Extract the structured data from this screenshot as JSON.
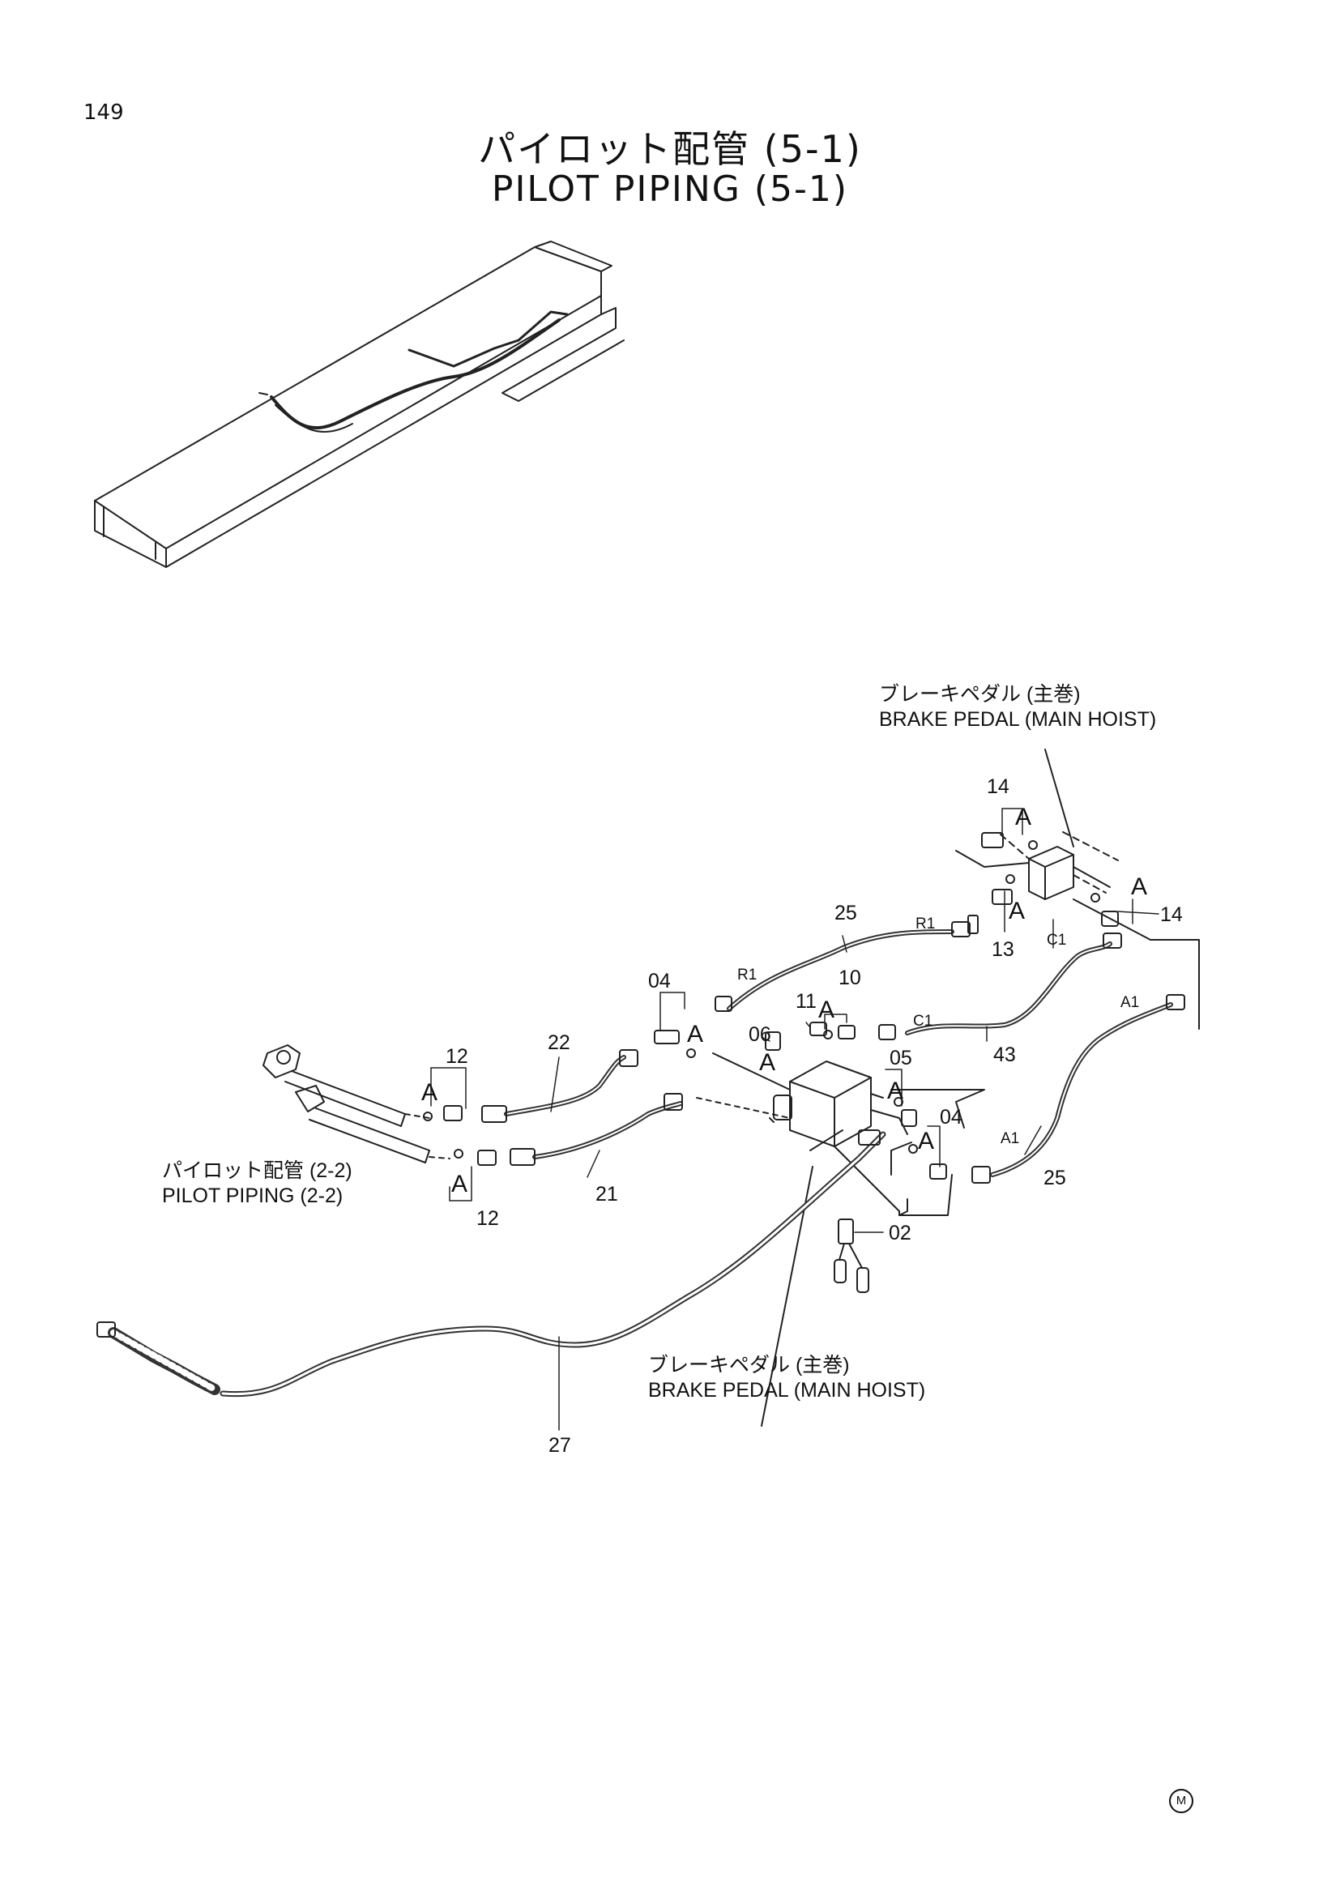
{
  "page": {
    "number": "149",
    "title_jp": "パイロット配管 (5-1)",
    "title_en": "PILOT PIPING (5-1)"
  },
  "callouts": {
    "brake_pedal_top_jp": "ブレーキペダル (主巻)",
    "brake_pedal_top_en": "BRAKE PEDAL (MAIN HOIST)",
    "pilot_piping_jp": "パイロット配管 (2-2)",
    "pilot_piping_en": "PILOT PIPING (2-2)",
    "brake_pedal_bottom_jp": "ブレーキペダル (主巻)",
    "brake_pedal_bottom_en": "BRAKE PEDAL (MAIN HOIST)"
  },
  "part_numbers": {
    "p14a": "14",
    "p14b": "14",
    "p13": "13",
    "p25a": "25",
    "p10": "10",
    "p11": "11",
    "p04a": "04",
    "p06": "06",
    "p43": "43",
    "p12a": "12",
    "p22": "22",
    "p05": "05",
    "p04b": "04",
    "p21": "21",
    "p12b": "12",
    "p25b": "25",
    "p02": "02",
    "p27": "27"
  },
  "port_labels": {
    "r1a": "R1",
    "r1b": "R1",
    "c1a": "C1",
    "c1b": "C1",
    "a1a": "A1",
    "a1b": "A1"
  },
  "detail_marks": {
    "a1": "A",
    "a2": "A",
    "a3": "A",
    "a4": "A",
    "a5": "A",
    "a6": "A",
    "a7": "A",
    "a8": "A",
    "a9": "A",
    "a10": "A",
    "a11": "A"
  },
  "corner_mark": "M"
}
